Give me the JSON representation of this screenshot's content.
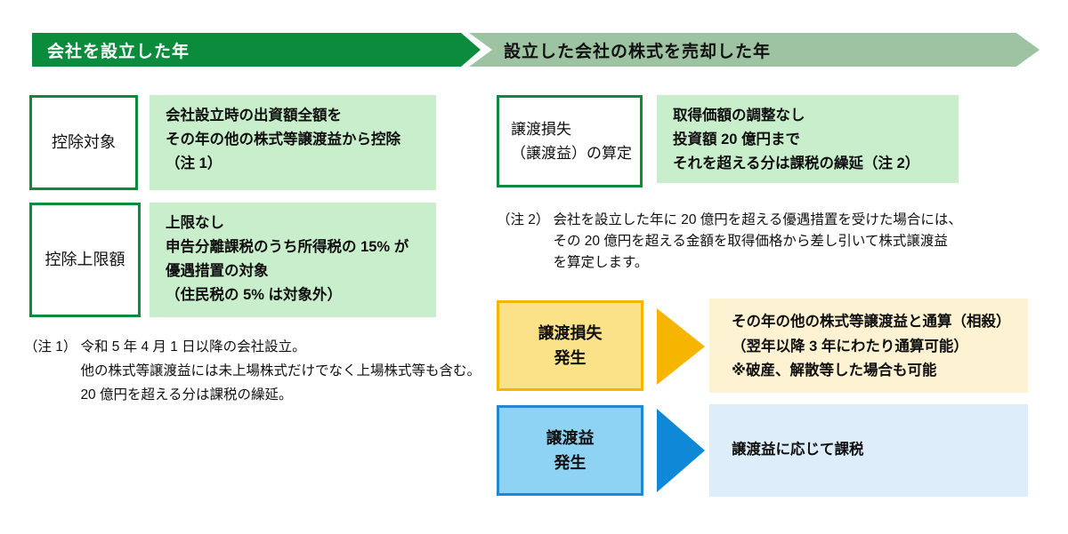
{
  "banners": {
    "established_year": "会社を設立した年",
    "sold_year": "設立した会社の株式を売却した年"
  },
  "deduction": {
    "target_label": "控除対象",
    "target_text": "会社設立時の出資額全額を\nその年の他の株式等譲渡益から控除\n（注 1）",
    "limit_label": "控除上限額",
    "limit_text": "上限なし\n申告分離課税のうち所得税の 15% が\n優遇措置の対象\n（住民税の 5% は対象外）",
    "note1_marker": "（注 1）",
    "note1_text": "令和 5 年 4 月 1 日以降の会社設立。\n他の株式等譲渡益には未上場株式だけでなく上場株式等も含む。\n20 億円を超える分は課税の繰延。"
  },
  "sale": {
    "calc_label": "譲渡損失\n（譲渡益）の算定",
    "calc_text": "取得価額の調整なし\n投資額 20 億円まで\nそれを超える分は課税の繰延（注 2）",
    "note2_marker": "（注 2）",
    "note2_text": "会社を設立した年に 20 億円を超える優遇措置を受けた場合には、\nその 20 億円を超える金額を取得価格から差し引いて株式譲渡益\nを算定します。",
    "loss_label": "譲渡損失\n発生",
    "loss_result": "その年の他の株式等譲渡益と通算（相殺）\n（翌年以降 3 年にわたり通算可能）\n※破産、解散等した場合も可能",
    "gain_label": "譲渡益\n発生",
    "gain_result": "譲渡益に応じて課税"
  },
  "colors": {
    "dark_green": "#0a8c3c",
    "sage_green": "#9dc3a2",
    "light_green": "#c9eecb",
    "gold": "#f6b501",
    "gold_fill": "#fbe289",
    "pale_yellow": "#fdf2d1",
    "blue_border": "#1e88d4",
    "blue_fill": "#8ed2f4",
    "blue_arrow": "#0f88d7",
    "pale_blue": "#ddeefa"
  }
}
